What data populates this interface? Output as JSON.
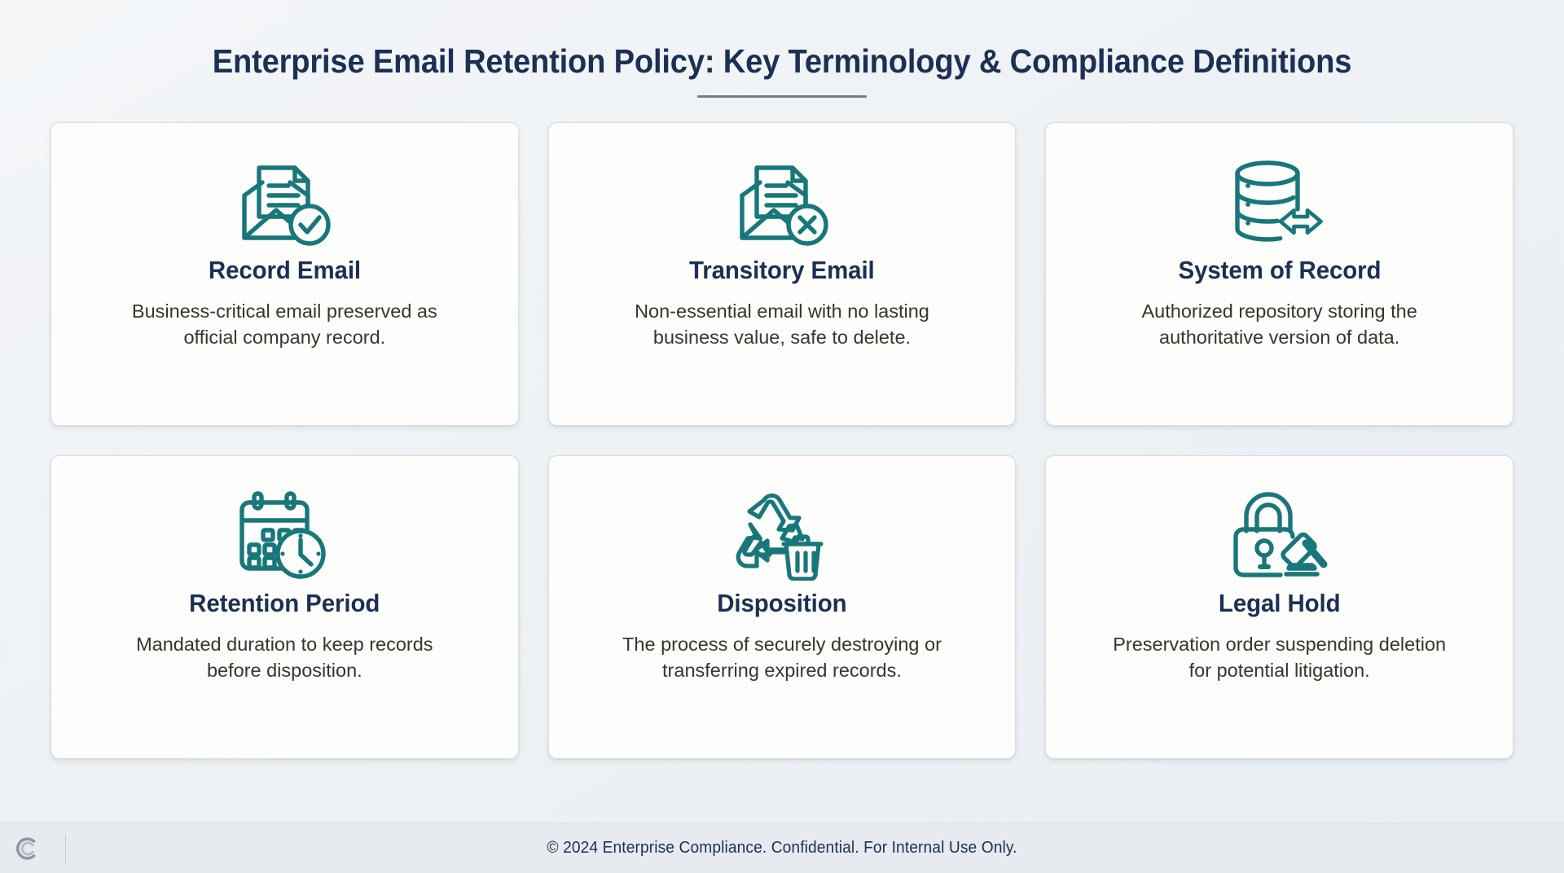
{
  "header": {
    "title": "Enterprise Email Retention Policy: Key Terminology & Compliance Definitions",
    "accent_rule_color": "#6e7f96"
  },
  "theme": {
    "background": "#eef2f5",
    "card_background": "#fdfdfb",
    "card_border": "#d8dde3",
    "heading_color": "#1b3054",
    "body_text_color": "#3b332d",
    "icon_color": "#17777a",
    "footer_background": "#e7ebef",
    "footer_text_color": "#1b3054"
  },
  "cards": [
    {
      "icon": "email-record-check-icon",
      "title": "Record Email",
      "description": "Business-critical email preserved as official company record."
    },
    {
      "icon": "email-transitory-cross-icon",
      "title": "Transitory Email",
      "description": "Non-essential email with no lasting business value, safe to delete."
    },
    {
      "icon": "database-exchange-icon",
      "title": "System of Record",
      "description": "Authorized repository storing the authoritative version of data."
    },
    {
      "icon": "calendar-clock-icon",
      "title": "Retention Period",
      "description": "Mandated duration to keep records before disposition."
    },
    {
      "icon": "recycle-trash-icon",
      "title": "Disposition",
      "description": "The process of securely destroying or transferring expired records."
    },
    {
      "icon": "lock-gavel-icon",
      "title": "Legal Hold",
      "description": "Preservation order suspending deletion for potential litigation."
    }
  ],
  "footer": {
    "logo": "concentric-c-logo",
    "text": "© 2024 Enterprise Compliance. Confidential. For Internal Use Only."
  }
}
